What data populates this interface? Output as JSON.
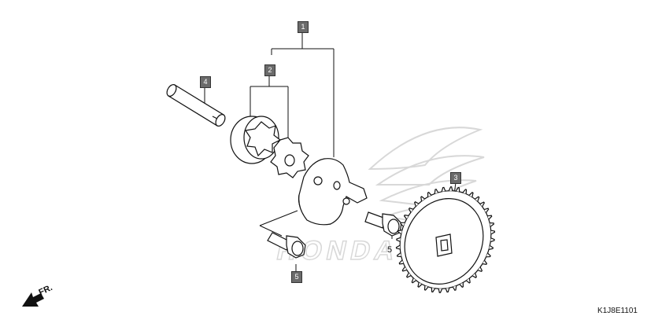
{
  "diagram": {
    "callouts": [
      {
        "id": "callout-1",
        "label": "1"
      },
      {
        "id": "callout-2",
        "label": "2"
      },
      {
        "id": "callout-3",
        "label": "3"
      },
      {
        "id": "callout-4",
        "label": "4"
      },
      {
        "id": "callout-5",
        "label": "5"
      }
    ],
    "plain_label_5": "5",
    "direction_label": "FR.",
    "diagram_code": "K1J8E1101",
    "watermark_text": "HONDA"
  },
  "colors": {
    "line": "#111111",
    "callout_fill": "#6b6b6b",
    "watermark": "#d8d8d8"
  },
  "icons": [
    "front-direction-arrow-icon",
    "honda-wing-watermark-icon"
  ]
}
